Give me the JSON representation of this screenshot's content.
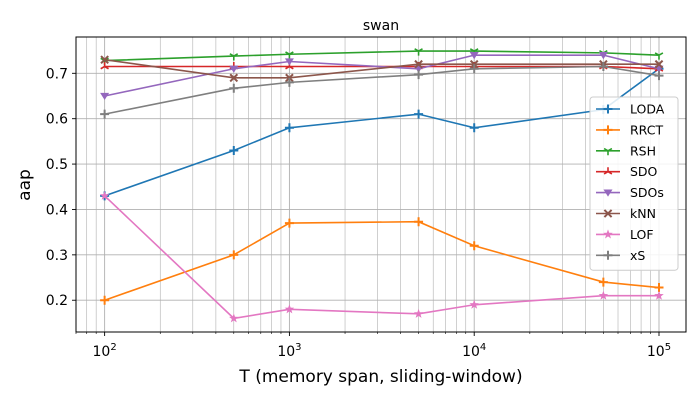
{
  "chart_data": {
    "type": "line",
    "title": "swan",
    "xlabel": "T (memory span, sliding-window)",
    "ylabel": "aap",
    "xscale": "log",
    "xlim": [
      70,
      140000
    ],
    "ylim": [
      0.13,
      0.78
    ],
    "x_ticks": [
      100,
      1000,
      10000,
      100000
    ],
    "x_tick_labels": [
      {
        "base": "10",
        "exp": "2"
      },
      {
        "base": "10",
        "exp": "3"
      },
      {
        "base": "10",
        "exp": "4"
      },
      {
        "base": "10",
        "exp": "5"
      }
    ],
    "y_ticks": [
      0.2,
      0.3,
      0.4,
      0.5,
      0.6,
      0.7
    ],
    "y_tick_labels": [
      "0.2",
      "0.3",
      "0.4",
      "0.5",
      "0.6",
      "0.7"
    ],
    "grid": true,
    "legend_position": "right",
    "x": [
      100,
      500,
      1000,
      5000,
      10000,
      50000,
      100000
    ],
    "series": [
      {
        "name": "LODA",
        "color": "#1f77b4",
        "marker": "plus",
        "values": [
          0.43,
          0.53,
          0.58,
          0.61,
          0.58,
          0.62,
          0.71
        ]
      },
      {
        "name": "RRCT",
        "color": "#ff7f0e",
        "marker": "plus",
        "values": [
          0.2,
          0.3,
          0.37,
          0.373,
          0.32,
          0.24,
          0.228
        ]
      },
      {
        "name": "RSH",
        "color": "#2ca02c",
        "marker": "tri_down",
        "values": [
          0.728,
          0.738,
          0.742,
          0.749,
          0.749,
          0.745,
          0.74
        ]
      },
      {
        "name": "SDO",
        "color": "#d62728",
        "marker": "tri_up",
        "values": [
          0.715,
          0.715,
          0.715,
          0.715,
          0.715,
          0.715,
          0.71
        ]
      },
      {
        "name": "SDOs",
        "color": "#9467bd",
        "marker": "triangle_down",
        "values": [
          0.65,
          0.71,
          0.726,
          0.71,
          0.74,
          0.74,
          0.71
        ]
      },
      {
        "name": "kNN",
        "color": "#8c564b",
        "marker": "x",
        "values": [
          0.73,
          0.69,
          0.69,
          0.72,
          0.72,
          0.72,
          0.72
        ]
      },
      {
        "name": "LOF",
        "color": "#e377c2",
        "marker": "star",
        "values": [
          0.43,
          0.16,
          0.18,
          0.17,
          0.19,
          0.21,
          0.21
        ]
      },
      {
        "name": "xS",
        "color": "#7f7f7f",
        "marker": "plus",
        "values": [
          0.61,
          0.667,
          0.68,
          0.697,
          0.71,
          0.715,
          0.695
        ]
      }
    ]
  }
}
